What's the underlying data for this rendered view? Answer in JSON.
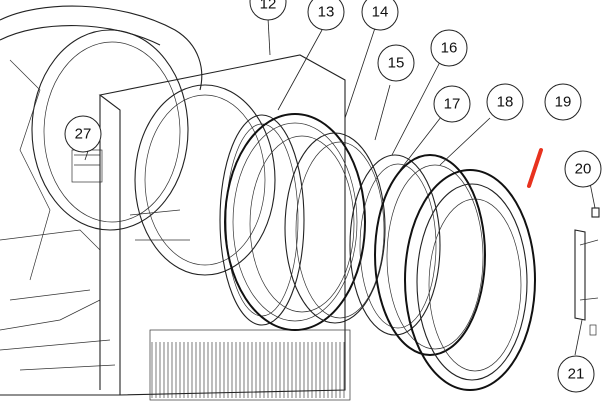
{
  "diagram": {
    "callouts": [
      {
        "id": "12",
        "label": "12"
      },
      {
        "id": "13",
        "label": "13"
      },
      {
        "id": "14",
        "label": "14"
      },
      {
        "id": "15",
        "label": "15"
      },
      {
        "id": "16",
        "label": "16"
      },
      {
        "id": "17",
        "label": "17"
      },
      {
        "id": "18",
        "label": "18"
      },
      {
        "id": "19",
        "label": "19"
      },
      {
        "id": "20",
        "label": "20"
      },
      {
        "id": "21",
        "label": "21"
      },
      {
        "id": "27",
        "label": "27"
      }
    ],
    "highlight_color": "#e8321e",
    "line_color": "#222222"
  }
}
